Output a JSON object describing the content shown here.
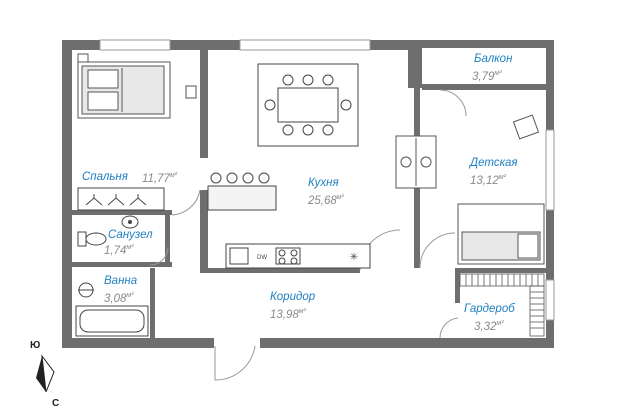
{
  "rooms": [
    {
      "id": "bedroom",
      "name": "Спальня",
      "area": "11,77",
      "unit": "м²"
    },
    {
      "id": "kitchen",
      "name": "Кухня",
      "area": "25,68",
      "unit": "м²"
    },
    {
      "id": "balcony",
      "name": "Балкон",
      "area": "3,79",
      "unit": "м²"
    },
    {
      "id": "kids",
      "name": "Детская",
      "area": "13,12",
      "unit": "м²"
    },
    {
      "id": "wc",
      "name": "Санузел",
      "area": "1,74",
      "unit": "м²"
    },
    {
      "id": "bath",
      "name": "Ванна",
      "area": "3,08",
      "unit": "м²"
    },
    {
      "id": "corridor",
      "name": "Коридор",
      "area": "13,98",
      "unit": "м²"
    },
    {
      "id": "wardrobe",
      "name": "Гардероб",
      "area": "3,32",
      "unit": "м²"
    }
  ],
  "appliance": {
    "dishwasher": "DW"
  },
  "compass": {
    "north": "Ю",
    "south": "С"
  },
  "colors": {
    "wall": "#6e6e6e",
    "label": "#1f7fc0",
    "area": "#8a8a8a"
  }
}
